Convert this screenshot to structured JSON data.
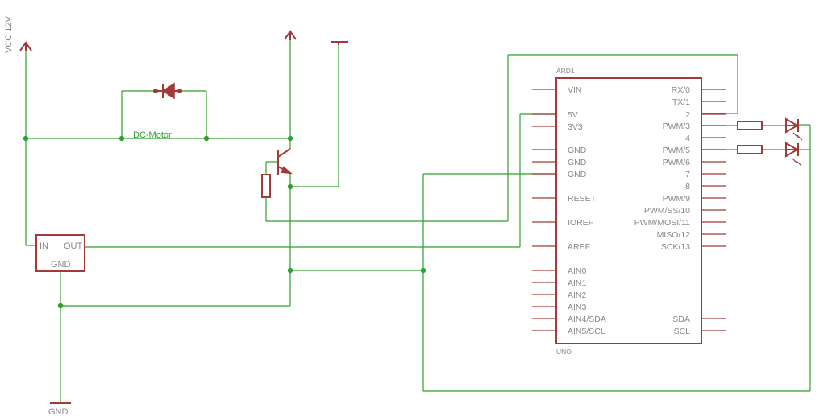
{
  "power": {
    "vcc_label": "VCC 12V",
    "gnd_label": "GND"
  },
  "motor": {
    "label": "DC-Motor"
  },
  "regulator": {
    "in_label": "IN",
    "out_label": "OUT",
    "gnd_label": "GND"
  },
  "arduino": {
    "name": "ARD1",
    "model": "UNO",
    "left_pins": [
      "VIN",
      "5V",
      "3V3",
      "GND",
      "GND",
      "GND",
      "RESET",
      "IOREF",
      "AREF",
      "AIN0",
      "AIN1",
      "AIN2",
      "AIN3",
      "AIN4/SDA",
      "AIN5/SCL"
    ],
    "right_pins": [
      "RX/0",
      "TX/1",
      "2",
      "PWM/3",
      "4",
      "PWM/5",
      "PWM/6",
      "7",
      "8",
      "PWM/9",
      "PWM/SS/10",
      "PWM/MOSI/11",
      "MISO/12",
      "SCK/13",
      "SDA",
      "SCL"
    ]
  },
  "colors": {
    "wire": "#2ea02e",
    "symbol": "#a33a3a",
    "label": "#888888"
  }
}
